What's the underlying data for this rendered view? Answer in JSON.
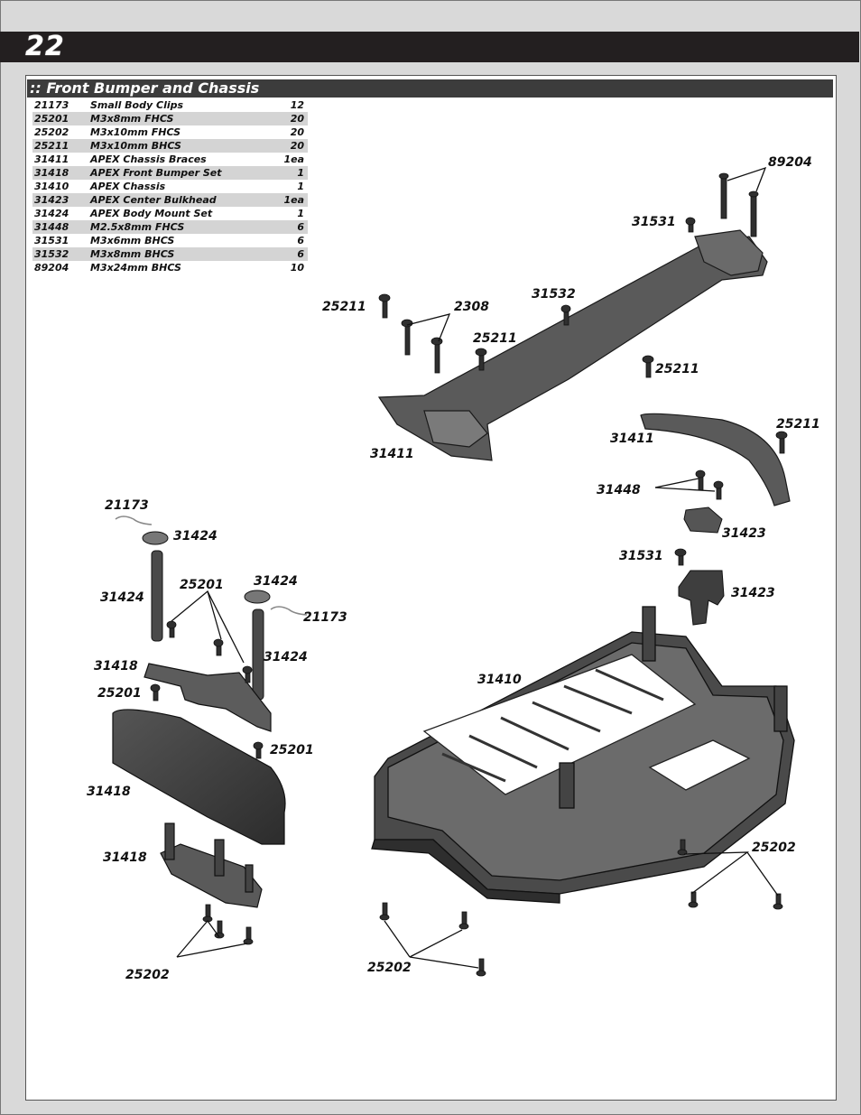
{
  "page": {
    "number": "22"
  },
  "section": {
    "title": ":: Front Bumper and Chassis"
  },
  "parts": [
    {
      "num": "21173",
      "name": "Small Body Clips",
      "qty": "12"
    },
    {
      "num": "25201",
      "name": "M3x8mm FHCS",
      "qty": "20"
    },
    {
      "num": "25202",
      "name": "M3x10mm FHCS",
      "qty": "20"
    },
    {
      "num": "25211",
      "name": "M3x10mm BHCS",
      "qty": "20"
    },
    {
      "num": "31411",
      "name": "APEX Chassis Braces",
      "qty": "1ea"
    },
    {
      "num": "31418",
      "name": "APEX Front Bumper Set",
      "qty": "1"
    },
    {
      "num": "31410",
      "name": "APEX Chassis",
      "qty": "1"
    },
    {
      "num": "31423",
      "name": "APEX Center Bulkhead",
      "qty": "1ea"
    },
    {
      "num": "31424",
      "name": "APEX Body Mount Set",
      "qty": "1"
    },
    {
      "num": "31448",
      "name": "M2.5x8mm FHCS",
      "qty": "6"
    },
    {
      "num": "31531",
      "name": "M3x6mm BHCS",
      "qty": "6"
    },
    {
      "num": "31532",
      "name": "M3x8mm BHCS",
      "qty": "6"
    },
    {
      "num": "89204",
      "name": "M3x24mm BHCS",
      "qty": "10"
    }
  ],
  "callouts": {
    "c89204": "89204",
    "c31531a": "31531",
    "c31532": "31532",
    "c25211a": "25211",
    "c2308": "2308",
    "c25211b": "25211",
    "c25211c": "25211",
    "c25211d": "25211",
    "c31411a": "31411",
    "c31411b": "31411",
    "c31448": "31448",
    "c31423a": "31423",
    "c31531b": "31531",
    "c31423b": "31423",
    "c21173a": "21173",
    "c31424a": "31424",
    "c31424b": "31424",
    "c25201a": "25201",
    "c31424c": "31424",
    "c21173b": "21173",
    "c31424d": "31424",
    "c31418a": "31418",
    "c25201b": "25201",
    "c31410": "31410",
    "c25201c": "25201",
    "c31418b": "31418",
    "c31418c": "31418",
    "c25202a": "25202",
    "c25202b": "25202",
    "c25202c": "25202"
  }
}
